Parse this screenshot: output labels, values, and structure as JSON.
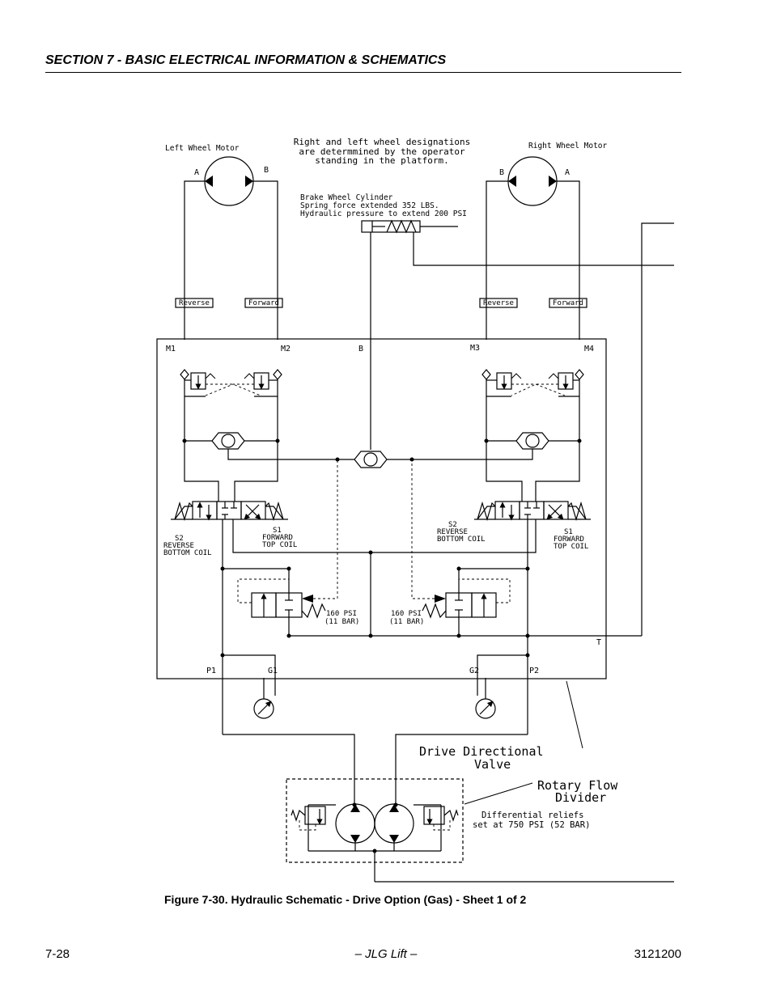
{
  "header": {
    "section_title": "SECTION 7 - BASIC ELECTRICAL INFORMATION & SCHEMATICS"
  },
  "diagram": {
    "left_motor": "Left Wheel Motor",
    "right_motor": "Right Wheel Motor",
    "designation_note": [
      "Right and left wheel designations",
      "are determmined by the operator",
      "standing in the platform."
    ],
    "brake_note": [
      "Brake Wheel Cylinder",
      "Spring force extended 352 LBS.",
      "Hydraulic pressure to extend 200 PSI"
    ],
    "port_a": "A",
    "port_b": "B",
    "reverse": "Reverse",
    "forward": "Forward",
    "m1": "M1",
    "m2": "M2",
    "m3": "M3",
    "m4": "M4",
    "b_port": "B",
    "s2_left": [
      "S2",
      "REVERSE",
      "BOTTOM COIL"
    ],
    "s1_left": [
      "S1",
      "FORWARD",
      "TOP COIL"
    ],
    "s2_right": [
      "S2",
      "REVERSE",
      "BOTTOM COIL"
    ],
    "s1_right": [
      "S1",
      "FORWARD",
      "TOP COIL"
    ],
    "relief_left": [
      "160 PSI",
      "(11 BAR)"
    ],
    "relief_right": [
      "160 PSI",
      "(11 BAR)"
    ],
    "t_port": "T",
    "p1": "P1",
    "g1": "G1",
    "g2": "G2",
    "p2": "P2",
    "ddv_label": [
      "Drive Directional",
      "Valve"
    ],
    "rfd_label": [
      "Rotary Flow",
      "Divider"
    ],
    "diff_relief": [
      "Differential reliefs",
      "set at 750 PSI (52 BAR)"
    ]
  },
  "caption": "Figure 7-30.  Hydraulic Schematic - Drive Option (Gas) - Sheet 1 of 2",
  "footer": {
    "page": "7-28",
    "center": "– JLG Lift –",
    "doc_number": "3121200"
  }
}
